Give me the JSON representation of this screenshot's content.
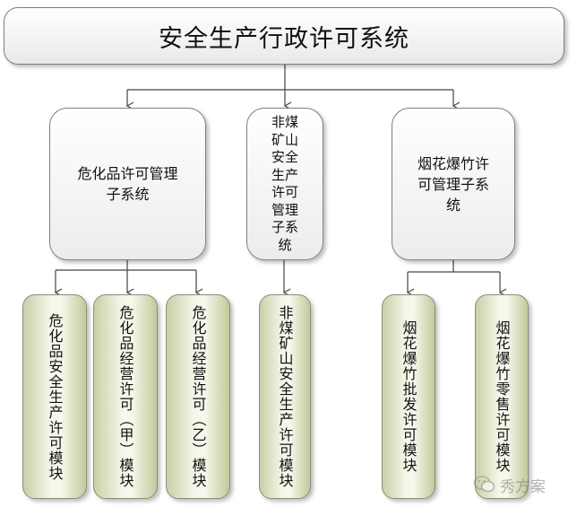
{
  "root": {
    "label": "安全生产行政许可系统"
  },
  "subsystems": [
    {
      "lines": [
        "危化品许可管理",
        "子系统"
      ]
    },
    {
      "lines": [
        "非煤",
        "矿山",
        "安全",
        "生产",
        "许可",
        "管理",
        "子系",
        "统"
      ]
    },
    {
      "lines": [
        "烟花爆竹许",
        "可管理子系",
        "统"
      ]
    }
  ],
  "modules": [
    {
      "label": "危化品安全生产许可模块"
    },
    {
      "label": "危化品经营许可（甲）模块"
    },
    {
      "label": "危化品经营许可（乙）模块"
    },
    {
      "label": "非煤矿山安全生产许可模块"
    },
    {
      "label": "烟花爆竹批发许可模块"
    },
    {
      "label": "烟花爆竹零售许可模块"
    }
  ],
  "watermark": {
    "text": "秀方案"
  }
}
